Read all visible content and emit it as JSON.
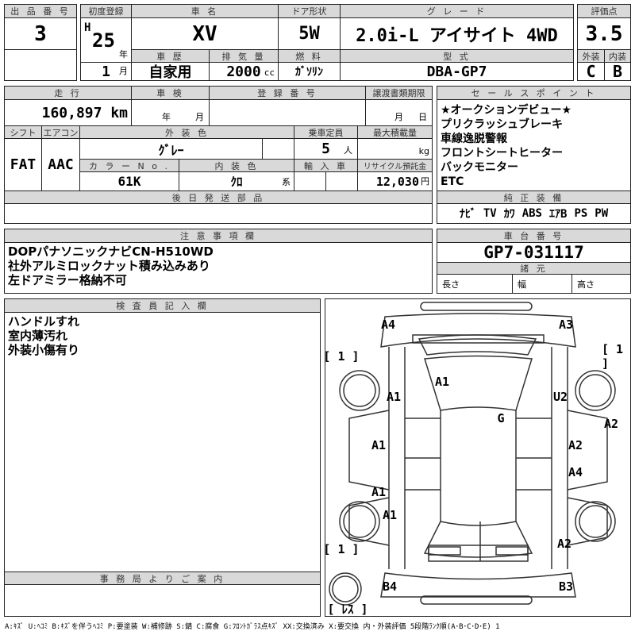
{
  "header": {
    "lot_label": "出 品 番 号",
    "lot": "3",
    "first_reg_label": "初度登録",
    "era": "H",
    "year": "25",
    "year_unit": "年",
    "month": "1",
    "month_unit": "月",
    "name_label": "車 名",
    "name": "XV",
    "door_label": "ドア形状",
    "door": "5W",
    "grade_label": "グ レ ー ド",
    "grade": "2.0i-L アイサイト 4WD",
    "history_label": "車 歴",
    "history": "自家用",
    "displacement_label": "排 気 量",
    "displacement": "2000",
    "displacement_unit": "cc",
    "fuel_label": "燃 料",
    "fuel": "ｶﾞｿﾘﾝ",
    "model_label": "型 式",
    "model": "DBA-GP7",
    "score_label": "評価点",
    "score": "3.5",
    "exterior_label": "外装",
    "exterior": "C",
    "interior_label": "内装",
    "interior": "B"
  },
  "details": {
    "mileage_label": "走 行",
    "mileage": "160,897 km",
    "inspection_label": "車 検",
    "inspection_year_unit": "年",
    "inspection_month_unit": "月",
    "reg_no_label": "登 録 番 号",
    "transfer_label": "譲渡書類期限",
    "transfer_month_unit": "月",
    "transfer_day_unit": "日",
    "shift_label": "シフト",
    "shift": "FAT",
    "ac_label": "エアコン",
    "ac": "AAC",
    "color_label": "外 装 色",
    "color": "ｸﾞﾚｰ",
    "capacity_label": "乗車定員",
    "capacity": "5",
    "capacity_unit": "人",
    "max_load_label": "最大積載量",
    "max_load_unit": "kg",
    "color_no_label": "カ ラ ー N o .",
    "color_no": "61K",
    "interior_color_label": "内 装 色",
    "interior_color": "ｸﾛ",
    "interior_color_unit": "系",
    "import_label": "輸 入 車",
    "recycle_label": "リサイクル預託金",
    "recycle": "12,030",
    "recycle_unit": "円",
    "parts_label": "後 日 発 送 部 品"
  },
  "sales": {
    "label": "セ ー ル ス ポ イ ン ト",
    "points": [
      "★オークションデビュー★",
      "プリクラッシュブレーキ",
      "車線逸脱警報",
      "フロントシートヒーター",
      "バックモニター",
      "ETC"
    ],
    "equipment_label": "純 正 装 備",
    "equipment": [
      "ﾅﾋﾞ",
      "TV",
      "ｶﾜ",
      "ABS",
      "ｴｱB",
      "PS",
      "PW"
    ]
  },
  "notes": {
    "label": "注 意 事 項 欄",
    "lines": [
      "DOPパナソニックナビCN-H510WD",
      "社外アルミロックナット積み込みあり",
      "左ドアミラー格納不可"
    ]
  },
  "chassis": {
    "label": "車 台 番 号",
    "value": "GP7-031117",
    "spec_label": "諸 元",
    "length": "長さ",
    "width": "幅",
    "height": "高さ"
  },
  "inspector": {
    "label": "検 査 員 記 入 欄",
    "lines": [
      "ハンドルすれ",
      "室内薄汚れ",
      "外装小傷有り"
    ]
  },
  "office": {
    "label": "事 務 局 よ り ご 案 内"
  },
  "diagram": {
    "marks": [
      "A4",
      "A3",
      "[ 1 ]",
      "[ 1 ]",
      "A1",
      "A1",
      "U2",
      "G",
      "A2",
      "A1",
      "A2",
      "A4",
      "A1",
      "A1",
      "[ 1 ]",
      "A2",
      "B4",
      "B3",
      "[ ﾚｽ ]"
    ]
  },
  "footer": "A:ｷｽﾞ U:ﾍｺﾐ B:ｷｽﾞを伴うﾍｺﾐ P:要塗装 W:補修跡 S:錆 C:腐食 G:ﾌﾛﾝﾄｶﾞﾗｽ点ｷｽﾞ XX:交換済み X:要交換  内・外装評価  5段階ﾗﾝｸ順(A･B･C･D･E) 1"
}
